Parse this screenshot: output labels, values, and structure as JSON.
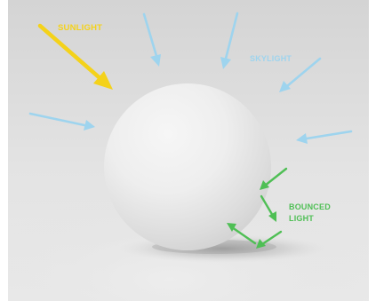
{
  "labels": {
    "sunlight": "SUNLIGHT",
    "skylight": "SKYLIGHT",
    "bounced_line1": "BOUNCED",
    "bounced_line2": "LIGHT"
  },
  "colors": {
    "sunlight": "#f4d21a",
    "skylight": "#9ed4ee",
    "bounced": "#4fbf55",
    "background": "#e6e6e6",
    "sphere": "#ececec"
  }
}
